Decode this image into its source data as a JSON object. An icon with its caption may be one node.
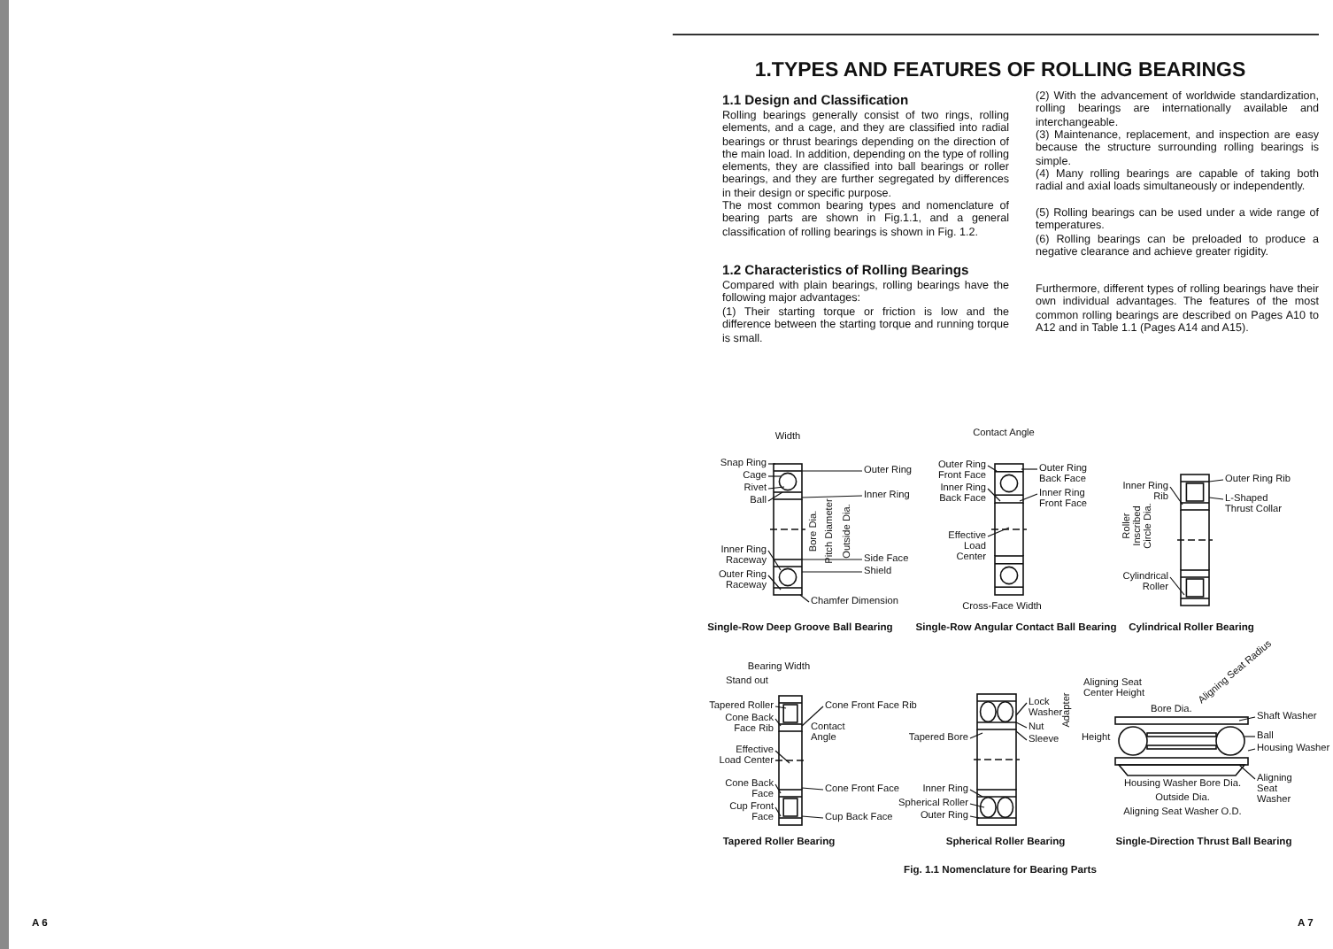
{
  "diagram": {
    "title": "1.TYPES AND FEATURES OF ROLLING BEARINGS",
    "caption": "Fig. 1.1 Nomenclature for Bearing Parts",
    "nodes": [
      {
        "text": [
          "Snap Ring"
        ]
      },
      {
        "text": [
          "Cage"
        ]
      },
      {
        "text": [
          "Rivet"
        ]
      },
      {
        "text": [
          "Ball"
        ]
      },
      {
        "text": [
          "Inner Ring Raceway"
        ]
      },
      {
        "text": [
          "Outer Ring Raceway"
        ]
      },
      {
        "text": [
          "Outer Ring"
        ]
      },
      {
        "text": [
          "Inner Ring"
        ]
      },
      {
        "text": [
          "Side Face"
        ]
      },
      {
        "text": [
          "Shield"
        ]
      },
      {
        "text": [
          "Chamfer Dimension"
        ]
      },
      {
        "text": [
          "Outer Ring Front Face"
        ]
      },
      {
        "text": [
          "Inner Ring Back Face"
        ]
      },
      {
        "text": [
          "Effective Load Center"
        ]
      },
      {
        "text": [
          "Outer Ring Back Face"
        ]
      },
      {
        "text": [
          "Inner Ring Front Face"
        ]
      },
      {
        "text": [
          "Inner Ring Rib"
        ]
      },
      {
        "text": [
          "Cylindrical Roller"
        ]
      },
      {
        "text": [
          "Outer Ring Rib"
        ]
      },
      {
        "text": [
          "L-Shaped Thrust Collar"
        ]
      },
      {
        "text": [
          "Tapered Roller"
        ]
      },
      {
        "text": [
          "Cone Back Face Rib"
        ]
      },
      {
        "text": [
          "Effective Load Center"
        ]
      },
      {
        "text": [
          "Cone Back Face"
        ]
      },
      {
        "text": [
          "Cup Front Face"
        ]
      },
      {
        "text": [
          "Cone Front Face Rib"
        ]
      },
      {
        "text": [
          "Cone Front Face"
        ]
      },
      {
        "text": [
          "Cup Back Face"
        ]
      },
      {
        "text": [
          "Lock Washer"
        ]
      },
      {
        "text": [
          "Nut"
        ]
      },
      {
        "text": [
          "Sleeve"
        ]
      },
      {
        "text": [
          "Tapered Bore"
        ]
      },
      {
        "text": [
          "Inner Ring"
        ]
      },
      {
        "text": [
          "Spherical Roller"
        ]
      },
      {
        "text": [
          "Outer Ring"
        ]
      },
      {
        "text": [
          "Shaft Washer"
        ]
      },
      {
        "text": [
          "Ball"
        ]
      },
      {
        "text": [
          "Housing Washer"
        ]
      },
      {
        "text": [
          "Aligning Seat Washer"
        ]
      },
      {
        "text": [],
        "shape": "picture"
      },
      {
        "text": [],
        "shape": "picture"
      },
      {
        "text": [],
        "shape": "picture"
      },
      {
        "text": [],
        "shape": "picture"
      },
      {
        "text": [],
        "shape": "picture"
      },
      {
        "text": [],
        "shape": "picture"
      }
    ],
    "edges": [
      {
        "from": 0,
        "to": 39,
        "arrow": "none"
      },
      {
        "from": 1,
        "to": 39,
        "arrow": "none"
      },
      {
        "from": 2,
        "to": 39,
        "arrow": "none"
      },
      {
        "from": 3,
        "to": 39,
        "arrow": "none"
      },
      {
        "from": 4,
        "to": 39,
        "arrow": "none"
      },
      {
        "from": 5,
        "to": 39,
        "arrow": "none"
      },
      {
        "from": 6,
        "to": 39,
        "arrow": "none"
      },
      {
        "from": 7,
        "to": 39,
        "arrow": "none"
      },
      {
        "from": 8,
        "to": 39,
        "arrow": "none"
      },
      {
        "from": 9,
        "to": 39,
        "arrow": "none"
      },
      {
        "from": 10,
        "to": 39,
        "arrow": "none"
      },
      {
        "from": 11,
        "to": 40,
        "arrow": "none"
      },
      {
        "from": 12,
        "to": 40,
        "arrow": "none"
      },
      {
        "from": 13,
        "to": 40,
        "arrow": "none"
      },
      {
        "from": 14,
        "to": 40,
        "arrow": "none"
      },
      {
        "from": 15,
        "to": 40,
        "arrow": "none"
      },
      {
        "from": 16,
        "to": 41,
        "arrow": "none"
      },
      {
        "from": 17,
        "to": 41,
        "arrow": "none"
      },
      {
        "from": 18,
        "to": 41,
        "arrow": "none"
      },
      {
        "from": 19,
        "to": 41,
        "arrow": "none"
      },
      {
        "from": 20,
        "to": 42,
        "arrow": "none"
      },
      {
        "from": 21,
        "to": 42,
        "arrow": "none"
      },
      {
        "from": 22,
        "to": 42,
        "arrow": "none"
      },
      {
        "from": 23,
        "to": 42,
        "arrow": "none"
      },
      {
        "from": 24,
        "to": 42,
        "arrow": "none"
      },
      {
        "from": 25,
        "to": 42,
        "arrow": "none"
      },
      {
        "from": 26,
        "to": 42,
        "arrow": "none"
      },
      {
        "from": 27,
        "to": 42,
        "arrow": "none"
      },
      {
        "from": 28,
        "to": 43,
        "arrow": "none"
      },
      {
        "from": 29,
        "to": 43,
        "arrow": "none"
      },
      {
        "from": 30,
        "to": 43,
        "arrow": "none"
      },
      {
        "from": 31,
        "to": 43,
        "arrow": "none"
      },
      {
        "from": 32,
        "to": 43,
        "arrow": "none"
      },
      {
        "from": 33,
        "to": 43,
        "arrow": "none"
      },
      {
        "from": 34,
        "to": 43,
        "arrow": "none"
      },
      {
        "from": 35,
        "to": 44,
        "arrow": "none"
      },
      {
        "from": 36,
        "to": 44,
        "arrow": "none"
      },
      {
        "from": 37,
        "to": 44,
        "arrow": "none"
      },
      {
        "from": 38,
        "to": 44,
        "arrow": "none"
      }
    ],
    "labels": [
      "1.1 Design and Classification",
      "Rolling bearings generally consist of two rings, rolling elements, and a cage, and they are classified into radial bearings or thrust bearings depending on the direction of the main load. In addition, depending on the type of rolling elements, they are classified into ball bearings or roller bearings, and they are further segregated by differences in their design or specific purpose.",
      "The most common bearing types and nomenclature of bearing parts are shown in Fig.1.1, and a general classification of rolling bearings is shown in Fig. 1.2.",
      "1.2 Characteristics of Rolling Bearings",
      "Compared with plain bearings, rolling bearings have the following major advantages:",
      "(1) Their starting torque or friction is low and the difference between the starting torque and running torque is small.",
      "(2) With the advancement of worldwide standardization, rolling bearings are internationally available and interchangeable.",
      "(3) Maintenance, replacement, and inspection are easy because the structure surrounding rolling bearings is simple.",
      "(4) Many rolling bearings are capable of taking both radial and axial loads simultaneously or independently.",
      "(5) Rolling bearings can be used under a wide range of temperatures.",
      "(6) Rolling bearings can be preloaded to produce a negative clearance and achieve greater rigidity.",
      "Furthermore, different types of rolling bearings have their own individual advantages. The features of the most common rolling bearings are described on Pages A10 to A12 and in Table 1.1 (Pages A14 and A15).",
      "Width",
      "Bore Dia.",
      "Pitch Diameter",
      "Outside Dia.",
      "Single-Row Deep Groove Ball Bearing",
      "Contact Angle",
      "Cross-Face Width",
      "Single-Row Angular Contact Ball Bearing",
      "Roller Inscribed Circle Dia.",
      "Cylindrical Roller Bearing",
      "Bearing Width",
      "Stand out",
      "Contact Angle",
      "Tapered Roller Bearing",
      "Adapter",
      "Spherical Roller Bearing",
      "Aligning Seat Radius",
      "Aligning Seat Center Height",
      "Bore Dia.",
      "Height",
      "Housing Washer Bore Dia.",
      "Outside Dia.",
      "Aligning Seat Washer O.D.",
      "Single-Direction Thrust Ball Bearing",
      "A 6",
      "A 7"
    ]
  }
}
